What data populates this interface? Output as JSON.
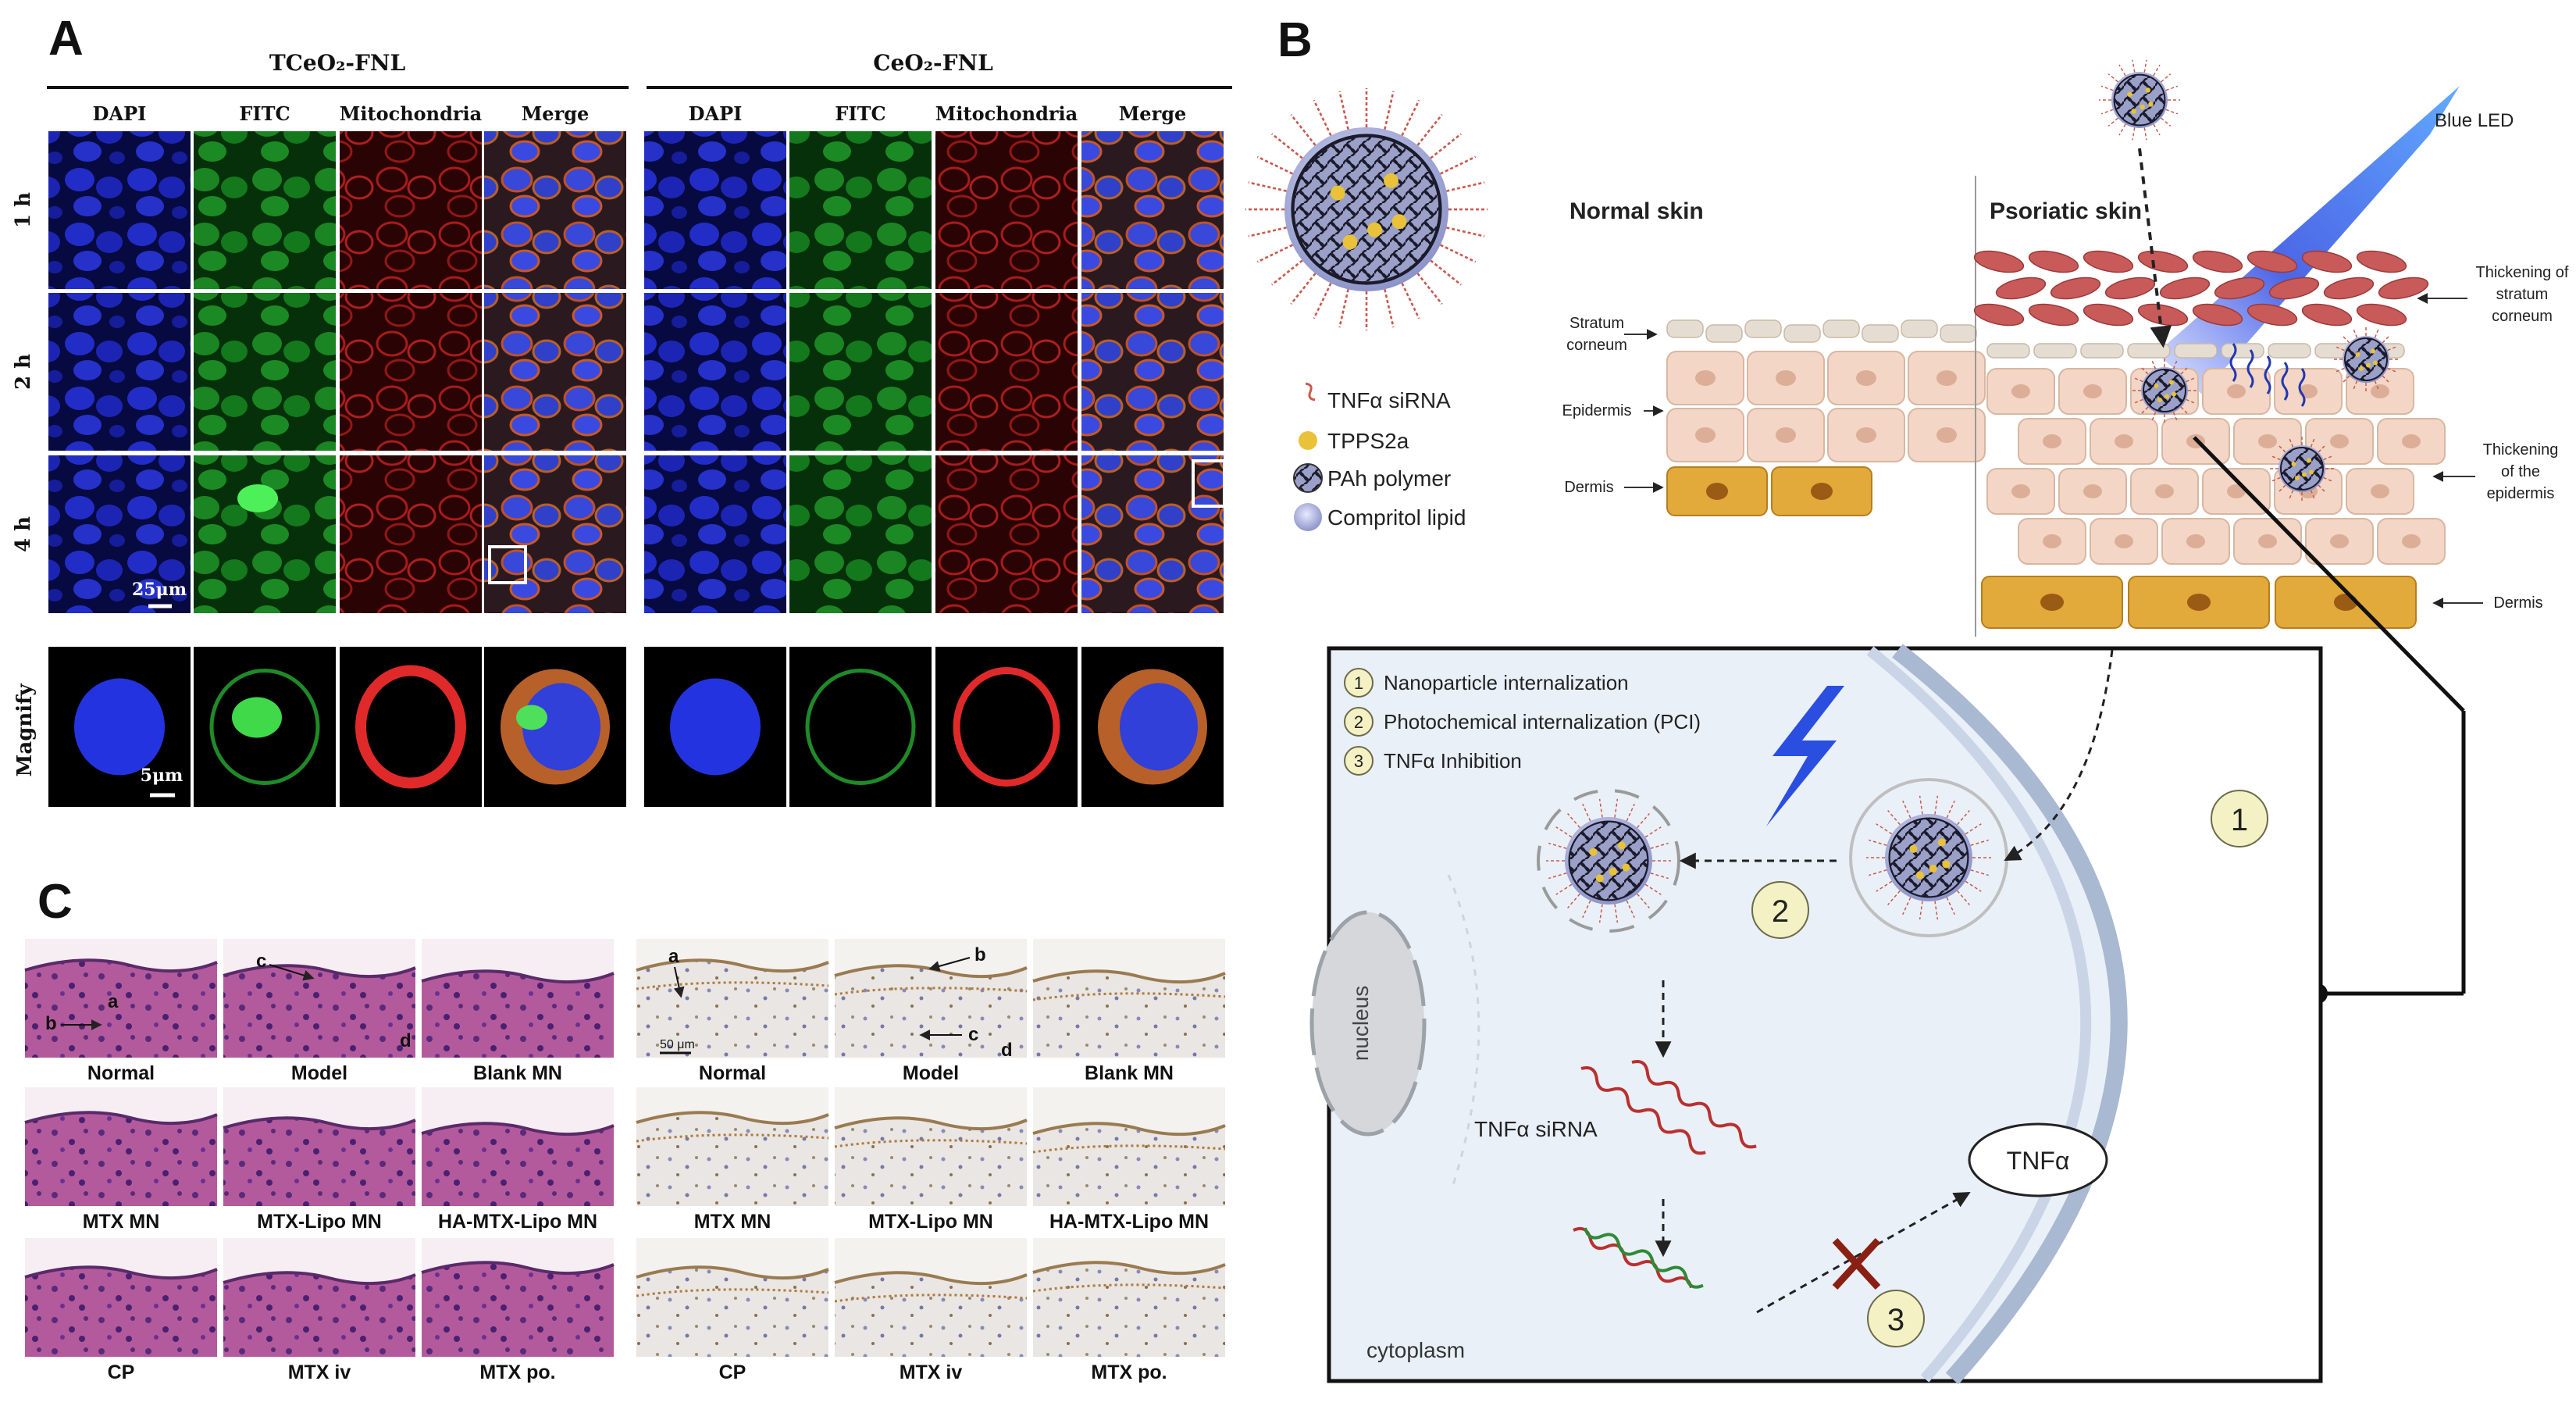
{
  "panel_a": {
    "letter": "A",
    "group_left": "TCeO₂-FNL",
    "group_right": "CeO₂-FNL",
    "columns": [
      "DAPI",
      "FITC",
      "Mitochondria",
      "Merge"
    ],
    "rows": [
      "1 h",
      "2 h",
      "4 h"
    ],
    "magnify_label": "Magnify",
    "scale_main": "25μm",
    "scale_magnify": "5μm"
  },
  "panel_b": {
    "letter": "B",
    "normal_skin": "Normal skin",
    "psoriatic_skin": "Psoriatic skin",
    "blue_led": "Blue LED",
    "legend": [
      "TNFα siRNA",
      "TPPS2a",
      "PAh polymer",
      "Compritol lipid"
    ],
    "left_labels": {
      "stratum_line1": "Stratum",
      "stratum_line2": "corneum",
      "epidermis": "Epidermis",
      "dermis": "Dermis"
    },
    "right_labels": {
      "thick_sc_1": "Thickening of",
      "thick_sc_2": "stratum",
      "thick_sc_3": "corneum",
      "thick_ep_1": "Thickening",
      "thick_ep_2": "of the",
      "thick_ep_3": "epidermis",
      "dermis": "Dermis"
    },
    "steps": [
      {
        "num": "1",
        "text": "Nanoparticle internalization"
      },
      {
        "num": "2",
        "text": "Photochemical internalization (PCI)"
      },
      {
        "num": "3",
        "text": "TNFα Inhibition"
      }
    ],
    "nucleus": "nucleus",
    "cytoplasm": "cytoplasm",
    "sirna": "TNFα siRNA",
    "tnfa": "TNFα"
  },
  "panel_c": {
    "letter": "C",
    "he_labels": [
      "Normal",
      "Model",
      "Blank MN",
      "MTX MN",
      "MTX-Lipo MN",
      "HA-MTX-Lipo MN",
      "CP",
      "MTX iv",
      "MTX po."
    ],
    "ihc_labels": [
      "Normal",
      "Model",
      "Blank MN",
      "MTX MN",
      "MTX-Lipo MN",
      "HA-MTX-Lipo MN",
      "CP",
      "MTX iv",
      "MTX po."
    ],
    "he_annotations": [
      "a",
      "b",
      "c",
      "d"
    ],
    "ihc_annotations": [
      "a",
      "b",
      "c",
      "d"
    ],
    "scale": "50 μm"
  },
  "colors": {
    "dapi": "#1a22c8",
    "fitc": "#1fa32a",
    "mito": "#c81e1e",
    "step_circle": "#f4f1c4",
    "dermis": "#e2a93b",
    "epidermis": "#f3d6c5",
    "led": "#1d3fdd",
    "he_pink": "#d96fa3",
    "he_purple": "#6a3f96",
    "ihc_bg": "#f1eee8"
  }
}
